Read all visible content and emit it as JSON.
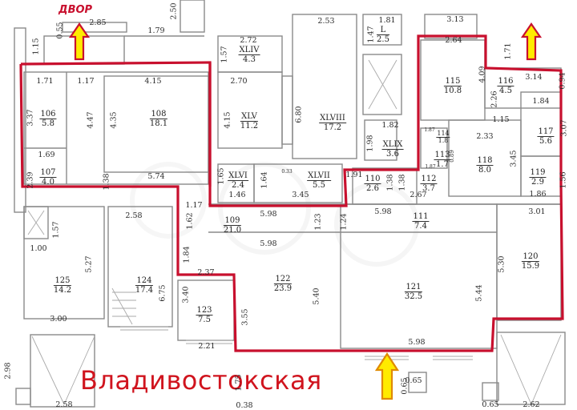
{
  "labels": {
    "yard": "ДВОР",
    "street": "Владивостокская"
  },
  "colors": {
    "highlight_outline": "#c8102e",
    "arrow_fill": "#ffeb00",
    "arrow_stroke": "#c8102e",
    "wall": "#8a8a8a",
    "street_text": "#d0141e"
  },
  "rooms": [
    {
      "id": "106",
      "area": "5.8"
    },
    {
      "id": "107",
      "area": "4.0"
    },
    {
      "id": "108",
      "area": "18.1"
    },
    {
      "id": "XLIV",
      "area": "4.3"
    },
    {
      "id": "XLV",
      "area": "11.2"
    },
    {
      "id": "XLVI",
      "area": "2.4"
    },
    {
      "id": "XLVII",
      "area": "5.5"
    },
    {
      "id": "XLVIII",
      "area": "17.2"
    },
    {
      "id": "XLIX",
      "area": "3.6"
    },
    {
      "id": "L",
      "area": "2.5"
    },
    {
      "id": "109",
      "area": "21.0"
    },
    {
      "id": "110",
      "area": "2.6"
    },
    {
      "id": "111",
      "area": "7.4"
    },
    {
      "id": "112",
      "area": "3.7"
    },
    {
      "id": "113",
      "area": "1.7"
    },
    {
      "id": "114",
      "area": "1.8"
    },
    {
      "id": "115",
      "area": "10.8"
    },
    {
      "id": "116",
      "area": "4.5"
    },
    {
      "id": "117",
      "area": "5.6"
    },
    {
      "id": "118",
      "area": "8.0"
    },
    {
      "id": "119",
      "area": "2.9"
    },
    {
      "id": "120",
      "area": "15.9"
    },
    {
      "id": "121",
      "area": "32.5"
    },
    {
      "id": "122",
      "area": "23.9"
    },
    {
      "id": "123",
      "area": "7.5"
    },
    {
      "id": "124",
      "area": "17.4"
    },
    {
      "id": "125",
      "area": "14.2"
    }
  ],
  "dimensions": {
    "d_285": "2.85",
    "d_055": "0.55",
    "d_115": "1.15",
    "d_179": "1.79",
    "d_250": "2.50",
    "d_171": "1.71",
    "d_117a": "1.17",
    "d_415": "4.15",
    "d_337": "3.37",
    "d_447": "4.47",
    "d_435": "4.35",
    "d_169": "1.69",
    "d_239": "2.39",
    "d_138a": "1.38",
    "d_574": "5.74",
    "d_272": "2.72",
    "d_157": "1.57",
    "d_270": "2.70",
    "d_253": "2.53",
    "d_181": "1.81",
    "d_147": "1.47",
    "d_415b": "4.15",
    "d_680": "6.80",
    "d_182": "1.82",
    "d_198": "1.98",
    "d_165": "1.65",
    "d_164": "1.64",
    "d_146": "1.46",
    "d_345": "3.45",
    "d_033": "0.33",
    "d_191": "1.91",
    "d_138b": "1.38",
    "d_138c": "1.38",
    "d_267": "2.67",
    "d_313": "3.13",
    "d_264": "2.64",
    "d_171b": "1.71",
    "d_409": "4.09",
    "d_314": "3.14",
    "d_094": "0.94",
    "d_226": "2.26",
    "d_184": "1.84",
    "d_115b": "1.15",
    "d_233": "2.33",
    "d_307": "3.07",
    "d_345b": "3.45",
    "d_156": "1.56",
    "d_186": "1.86",
    "d_187a": "1.87",
    "d_187b": "1.87",
    "d_089": "0.89",
    "d_117b": "1.17",
    "d_598a": "5.98",
    "d_162": "1.62",
    "d_123": "1.23",
    "d_124": "1.24",
    "d_598b": "5.98",
    "d_598c": "5.98",
    "d_184b": "1.84",
    "d_237": "2.37",
    "d_340": "3.40",
    "d_355": "3.55",
    "d_540": "5.40",
    "d_301": "3.01",
    "d_530": "5.30",
    "d_544": "5.44",
    "d_598d": "5.98",
    "d_258": "2.58",
    "d_157b": "1.57",
    "d_100": "1.00",
    "d_527": "5.27",
    "d_675": "6.75",
    "d_300": "3.00",
    "d_221": "2.21",
    "d_298": "2.98",
    "d_258b": "2.58",
    "d_065a": "0.65",
    "d_065b": "0.65",
    "d_065c": "0.65",
    "d_262": "2.62",
    "d_038": "0.38",
    "d_175": "1.75"
  }
}
